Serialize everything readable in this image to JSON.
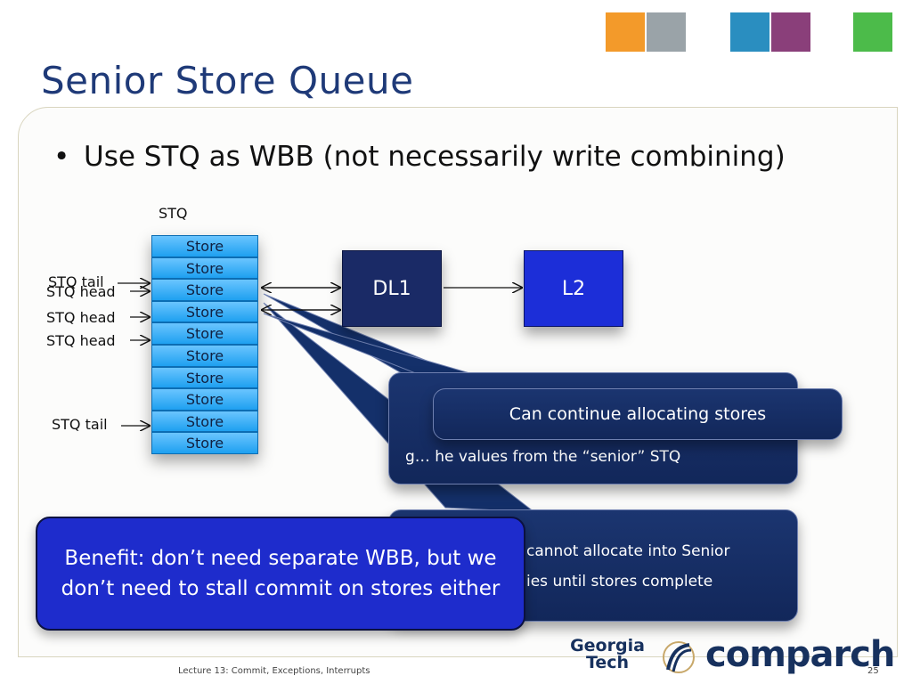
{
  "slide": {
    "title": "Senior Store Queue",
    "bullet": "Use STQ as WBB (not necessarily write combining)",
    "stq_label": "STQ",
    "stq_entries": [
      "Store",
      "Store",
      "Store",
      "Store",
      "Store",
      "Store",
      "Store",
      "Store",
      "Store",
      "Store"
    ],
    "pointers": {
      "tail_top": "STQ tail",
      "head_1": "STQ head",
      "head_2": "STQ head",
      "head_3": "STQ head",
      "tail_bottom": "STQ tail"
    },
    "dl1": "DL1",
    "l2": "L2",
    "callout_values": "g… he values from the “senior” STQ",
    "callout_continue": "Can continue allocating stores",
    "callout_cannot_1": "cannot allocate into Senior",
    "callout_cannot_2": "ies until stores complete",
    "benefit": "Benefit: don’t need separate WBB, but we don’t need to stall commit on stores either"
  },
  "footer": {
    "lecture": "Lecture 13: Commit, Exceptions, Interrupts",
    "page": "25",
    "logo_gt_1": "Georgia",
    "logo_gt_2": "Tech",
    "logo_comparch": "comparch"
  },
  "colors": {
    "title": "#1f3a78",
    "stq_cell": "#1ea0f0",
    "dl1": "#1a2a66",
    "l2": "#1c2ed8",
    "callout": "#1b3570",
    "benefit": "#1e2ccc"
  }
}
